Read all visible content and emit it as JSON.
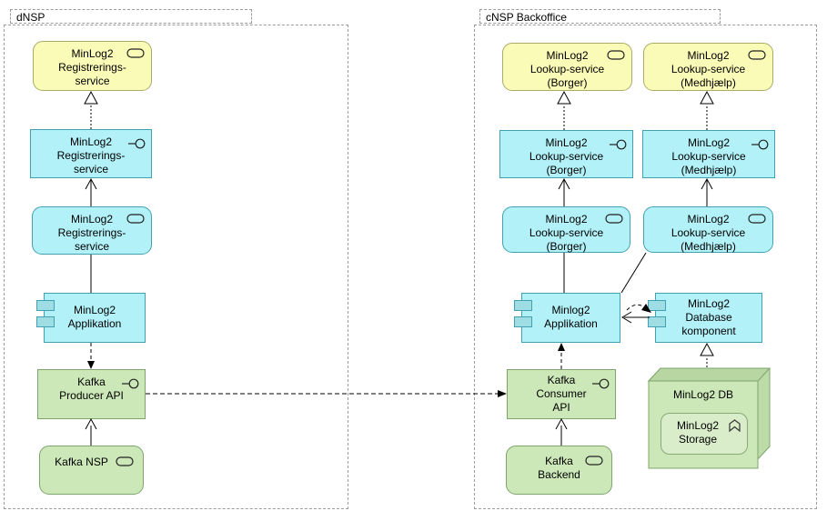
{
  "groups": {
    "dnsp": {
      "label": "dNSP"
    },
    "cnsp": {
      "label": "cNSP Backoffice"
    }
  },
  "nodes": {
    "reg_service_business": {
      "label": "MinLog2\nRegistrerings-\nservice",
      "type": "business-service",
      "fill": "#fbfbb8"
    },
    "reg_service_iface": {
      "label": "MinLog2\nRegistrerings-\nservice",
      "type": "application-interface",
      "fill": "#b2f1f8"
    },
    "reg_service_app": {
      "label": "MinLog2\nRegistrerings-\nservice",
      "type": "application-service",
      "fill": "#b2f1f8"
    },
    "minlog_app_left": {
      "label": "MinLog2\nApplikation",
      "type": "application-component",
      "fill": "#b2f1f8"
    },
    "kafka_producer_api": {
      "label": "Kafka\nProducer API",
      "type": "interface",
      "fill": "#cce7b8"
    },
    "kafka_nsp": {
      "label": "Kafka NSP",
      "type": "service",
      "fill": "#cce7b8"
    },
    "lookup_borger_business": {
      "label": "MinLog2\nLookup-service\n(Borger)",
      "type": "business-service",
      "fill": "#fbfbb8"
    },
    "lookup_medhjaelp_business": {
      "label": "MinLog2\nLookup-service\n(Medhjælp)",
      "type": "business-service",
      "fill": "#fbfbb8"
    },
    "lookup_borger_iface": {
      "label": "MinLog2\nLookup-service\n(Borger)",
      "type": "application-interface",
      "fill": "#b2f1f8"
    },
    "lookup_medhjaelp_iface": {
      "label": "MinLog2\nLookup-service\n(Medhjælp)",
      "type": "application-interface",
      "fill": "#b2f1f8"
    },
    "lookup_borger_service": {
      "label": "MinLog2\nLookup-service\n(Borger)",
      "type": "application-service",
      "fill": "#b2f1f8"
    },
    "lookup_medhjaelp_service": {
      "label": "MinLog2\nLookup-service\n(Medhjælp)",
      "type": "application-service",
      "fill": "#b2f1f8"
    },
    "minlog_app_right": {
      "label": "Minlog2\nApplikation",
      "type": "application-component",
      "fill": "#b2f1f8"
    },
    "minlog_db_komponent": {
      "label": "MinLog2\nDatabase\nkomponent",
      "type": "application-component",
      "fill": "#b2f1f8"
    },
    "kafka_consumer_api": {
      "label": "Kafka\nConsumer\nAPI",
      "type": "interface",
      "fill": "#cce7b8"
    },
    "kafka_backend": {
      "label": "Kafka\nBackend",
      "type": "service",
      "fill": "#cce7b8"
    },
    "minlog_db": {
      "label": "MinLog2 DB",
      "type": "node",
      "fill": "#cce7b8"
    },
    "minlog_storage": {
      "label": "MinLog2\nStorage",
      "type": "function",
      "fill": "#d9edcb"
    }
  },
  "relations": [
    {
      "from": "reg_service_iface",
      "to": "reg_service_business",
      "type": "realization"
    },
    {
      "from": "reg_service_app",
      "to": "reg_service_iface",
      "type": "serving"
    },
    {
      "from": "minlog_app_left",
      "to": "reg_service_app",
      "type": "assignment"
    },
    {
      "from": "minlog_app_left",
      "to": "kafka_producer_api",
      "type": "flow"
    },
    {
      "from": "kafka_nsp",
      "to": "kafka_producer_api",
      "type": "serving"
    },
    {
      "from": "kafka_producer_api",
      "to": "kafka_consumer_api",
      "type": "flow"
    },
    {
      "from": "lookup_borger_iface",
      "to": "lookup_borger_business",
      "type": "realization"
    },
    {
      "from": "lookup_medhjaelp_iface",
      "to": "lookup_medhjaelp_business",
      "type": "realization"
    },
    {
      "from": "lookup_borger_service",
      "to": "lookup_borger_iface",
      "type": "serving"
    },
    {
      "from": "lookup_medhjaelp_service",
      "to": "lookup_medhjaelp_iface",
      "type": "serving"
    },
    {
      "from": "minlog_app_right",
      "to": "lookup_borger_service",
      "type": "assignment"
    },
    {
      "from": "minlog_app_right",
      "to": "lookup_medhjaelp_service",
      "type": "assignment"
    },
    {
      "from": "minlog_db_komponent",
      "to": "minlog_app_right",
      "type": "serving"
    },
    {
      "from": "minlog_app_right",
      "to": "minlog_db_komponent",
      "type": "flow"
    },
    {
      "from": "minlog_db",
      "to": "minlog_db_komponent",
      "type": "realization"
    },
    {
      "from": "kafka_consumer_api",
      "to": "minlog_app_right",
      "type": "flow"
    },
    {
      "from": "kafka_backend",
      "to": "kafka_consumer_api",
      "type": "serving"
    }
  ],
  "colors": {
    "business_fill": "#fbfbb8",
    "business_border": "#abab68",
    "application_fill": "#b2f1f8",
    "application_border": "#41a1b1",
    "technology_fill": "#cce7b8",
    "technology_border": "#7fa46c",
    "group_border": "#9c9c9c",
    "connector": "#000000"
  }
}
